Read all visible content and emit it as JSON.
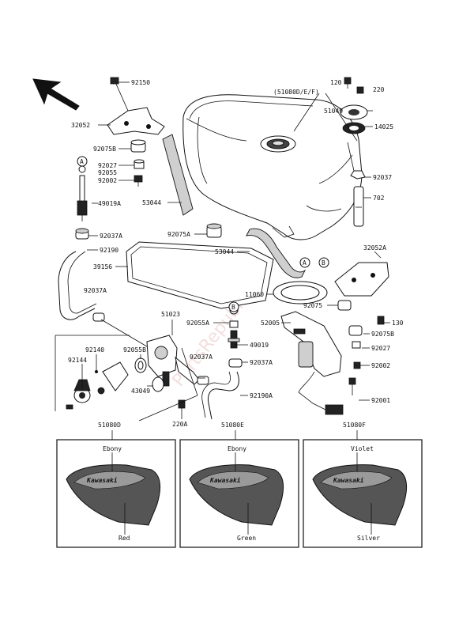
{
  "watermark": "PartsRepublik",
  "callouts": {
    "c92150": "92150",
    "c32052": "32052",
    "c92075B_top": "92075B",
    "c92027_top": "92027",
    "c92055": "92055",
    "c92002_top": "92002",
    "c49019A": "49019A",
    "c92037A_a": "92037A",
    "c92190": "92190",
    "c39156": "39156",
    "c92037A_b": "92037A",
    "c53044_a": "53044",
    "c92075A": "92075A",
    "c53044_b": "53044",
    "c51080DEF": "(51080D/E/F)",
    "c120": "120",
    "c220": "220",
    "c51049": "51049",
    "c14025": "14025",
    "c92037": "92037",
    "c702": "702",
    "c32052A": "32052A",
    "c11060": "11060",
    "c92075": "92075",
    "c52005": "52005",
    "c130": "130",
    "c92075B_bot": "92075B",
    "c92027_bot": "92027",
    "c92002_bot": "92002",
    "c92001": "92001",
    "c51023": "51023",
    "c92055A": "92055A",
    "c49019": "49019",
    "c92037A_c": "92037A",
    "c92190A": "92190A",
    "c92140": "92140",
    "c92055B": "92055B",
    "c92144": "92144",
    "c43049": "43049",
    "c92037A_d": "92037A",
    "c220A": "220A",
    "c51080D": "51080D",
    "c51080E": "51080E",
    "c51080F": "51080F"
  },
  "markers": {
    "a_top": "A",
    "a_tank": "A",
    "b_tank": "B",
    "b_mid": "B"
  },
  "variants": [
    {
      "upper": "Ebony",
      "lower": "Red",
      "brand": "Kawasaki"
    },
    {
      "upper": "Ebony",
      "lower": "Green",
      "brand": "Kawasaki"
    },
    {
      "upper": "Violet",
      "lower": "Silver",
      "brand": "Kawasaki"
    }
  ]
}
